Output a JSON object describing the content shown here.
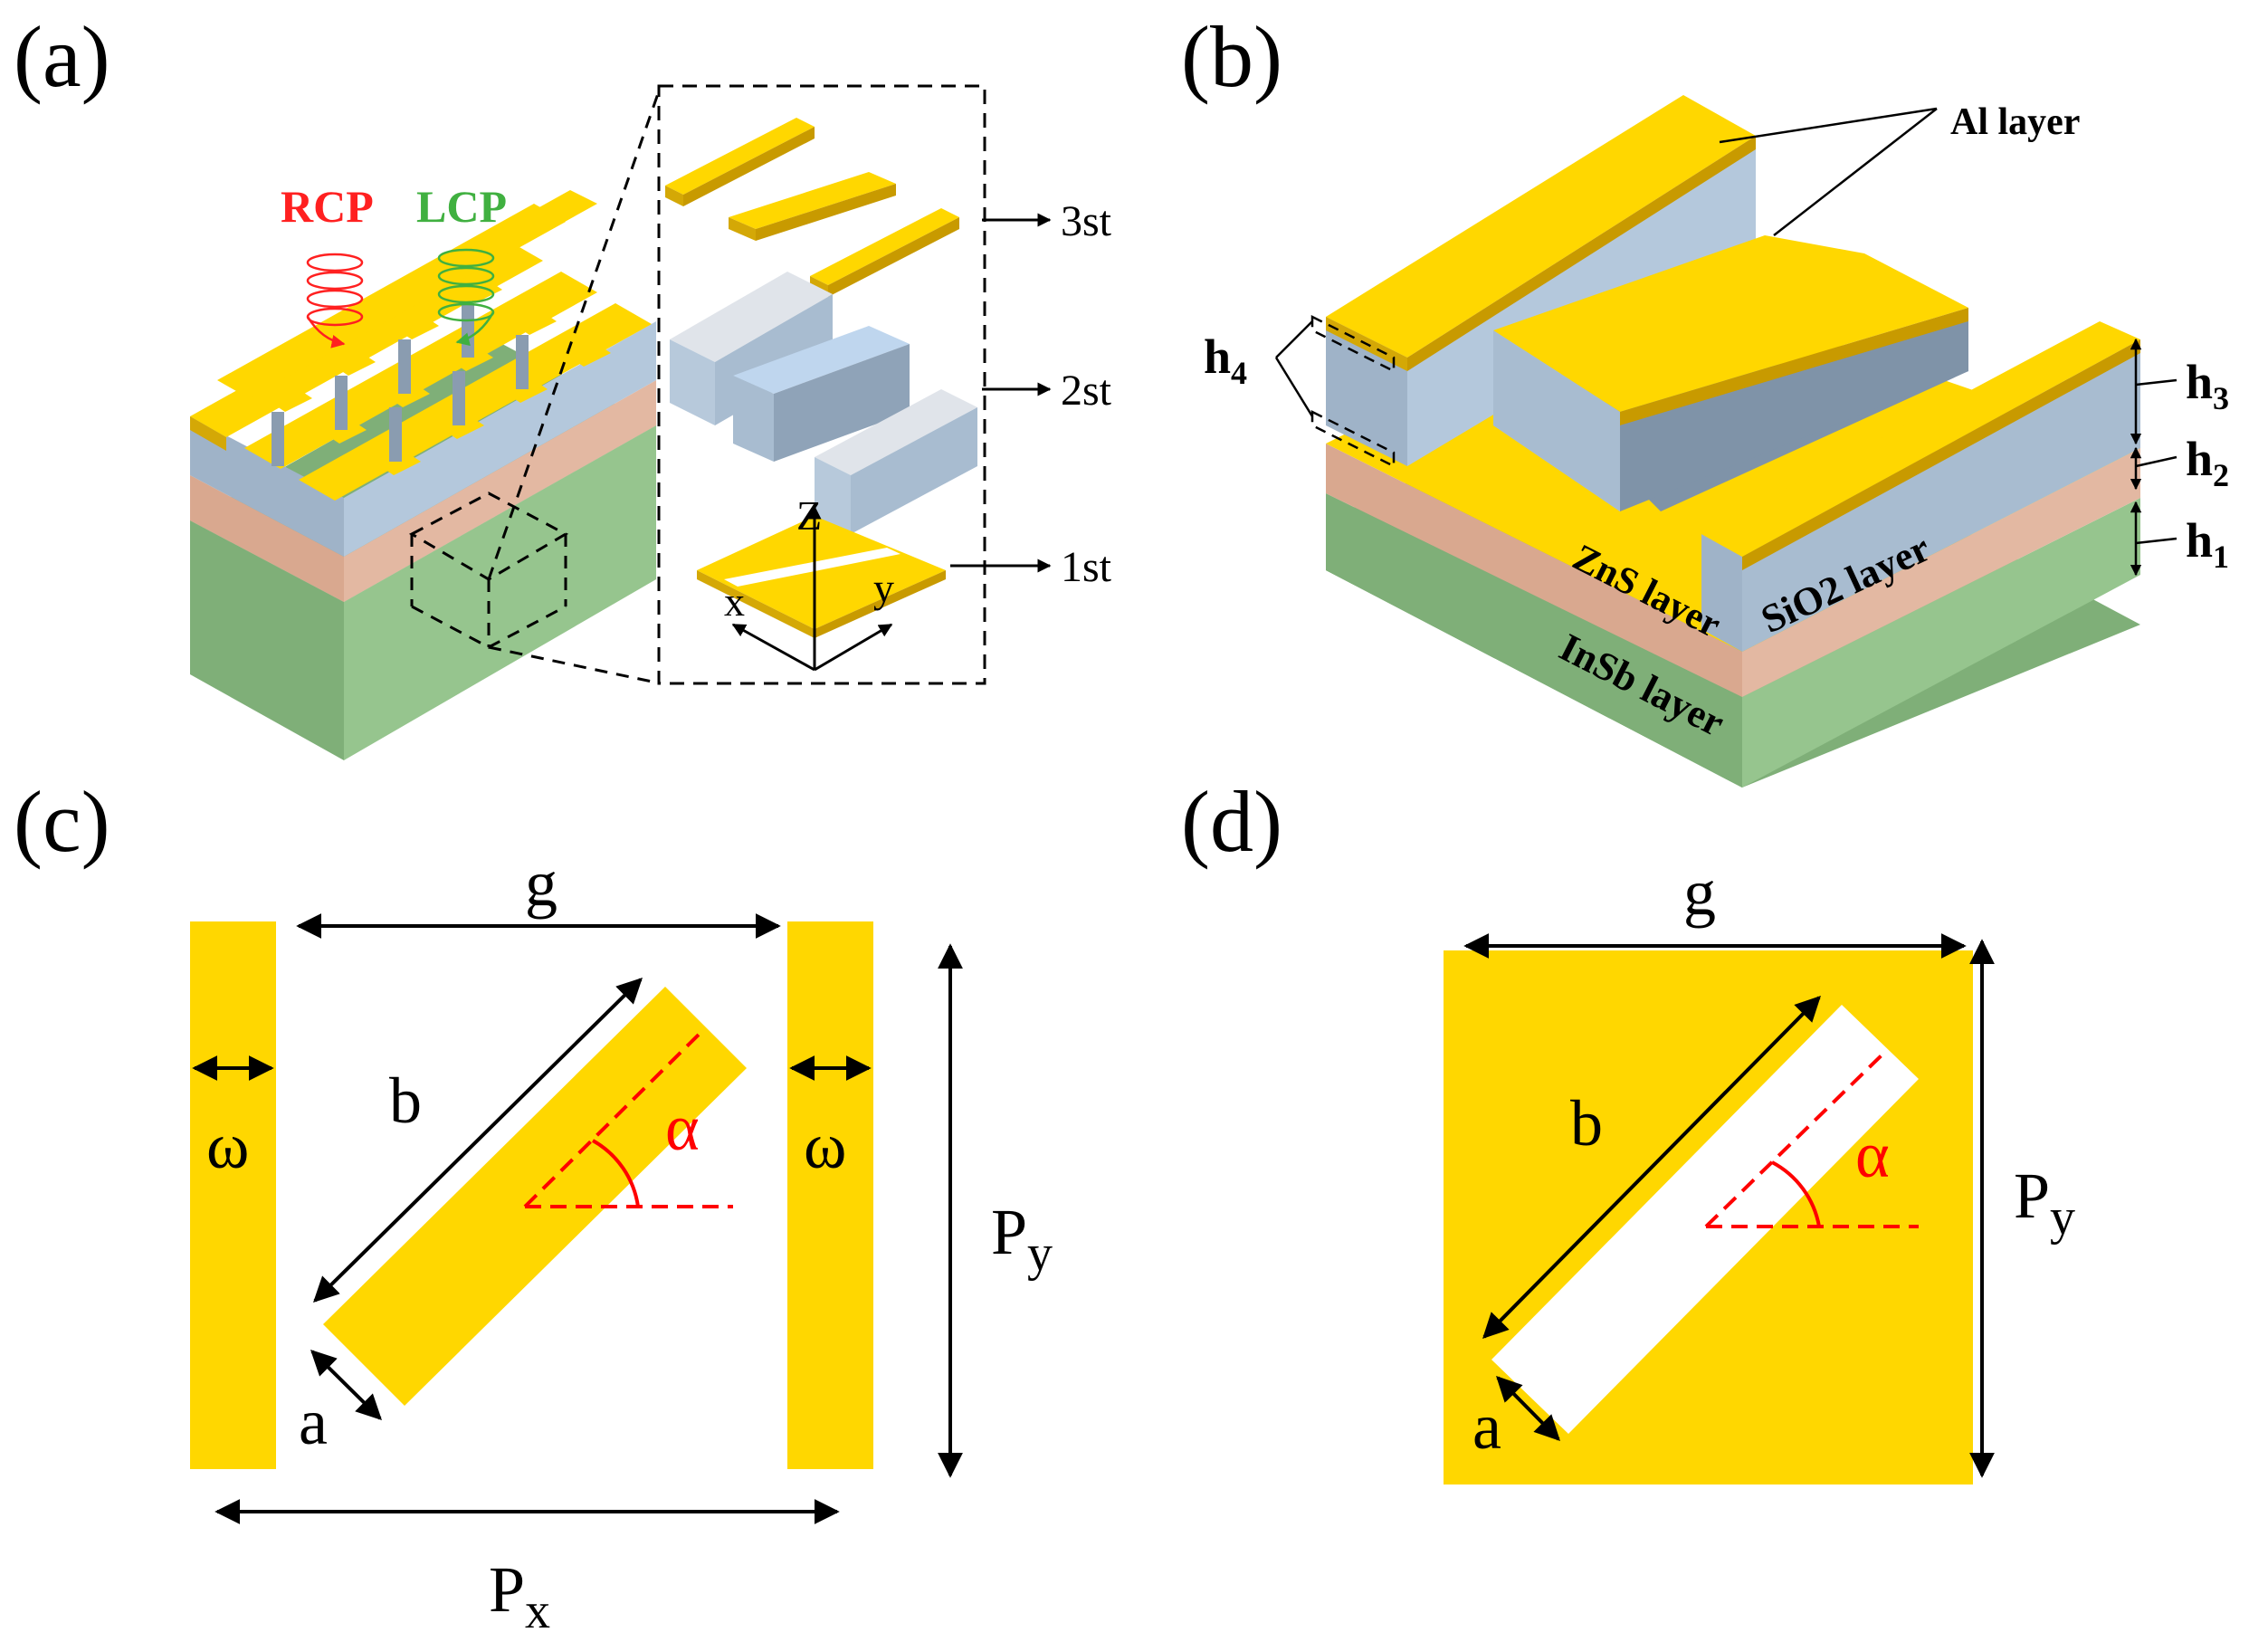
{
  "colors": {
    "gold": "#FFD700",
    "gold_side": "#D4A806",
    "sio2_top": "#B4C8DC",
    "sio2_side": "#9FB3C8",
    "sio2_dark": "#7F93A8",
    "zns": "#D9A88F",
    "insb": "#7FAF78",
    "insb_side": "#96C58E",
    "rcp": "#FF2020",
    "lcp": "#40B040",
    "angle": "#FF0000"
  },
  "panels": {
    "a": {
      "label": "(a)",
      "rcp": "RCP",
      "lcp": "LCP",
      "layer3": "3st",
      "layer2": "2st",
      "layer1": "1st",
      "axis_z": "Z",
      "axis_x": "x",
      "axis_y": "y"
    },
    "b": {
      "label": "(b)",
      "al": "Al layer",
      "sio2": "SiO2 layer",
      "zns": "ZnS layer",
      "insb": "InSb layer",
      "h1": "h",
      "h1_sub": "1",
      "h2": "h",
      "h2_sub": "2",
      "h3": "h",
      "h3_sub": "3",
      "h4": "h",
      "h4_sub": "4"
    },
    "c": {
      "label": "(c)",
      "g": "g",
      "b": "b",
      "a": "a",
      "omega_left": "ω",
      "omega_right": "ω",
      "alpha": "α",
      "py": "P",
      "py_sub": "y",
      "px": "P",
      "px_sub": "x"
    },
    "d": {
      "label": "(d)",
      "g": "g",
      "b": "b",
      "a": "a",
      "alpha": "α",
      "py": "P",
      "py_sub": "y"
    }
  }
}
